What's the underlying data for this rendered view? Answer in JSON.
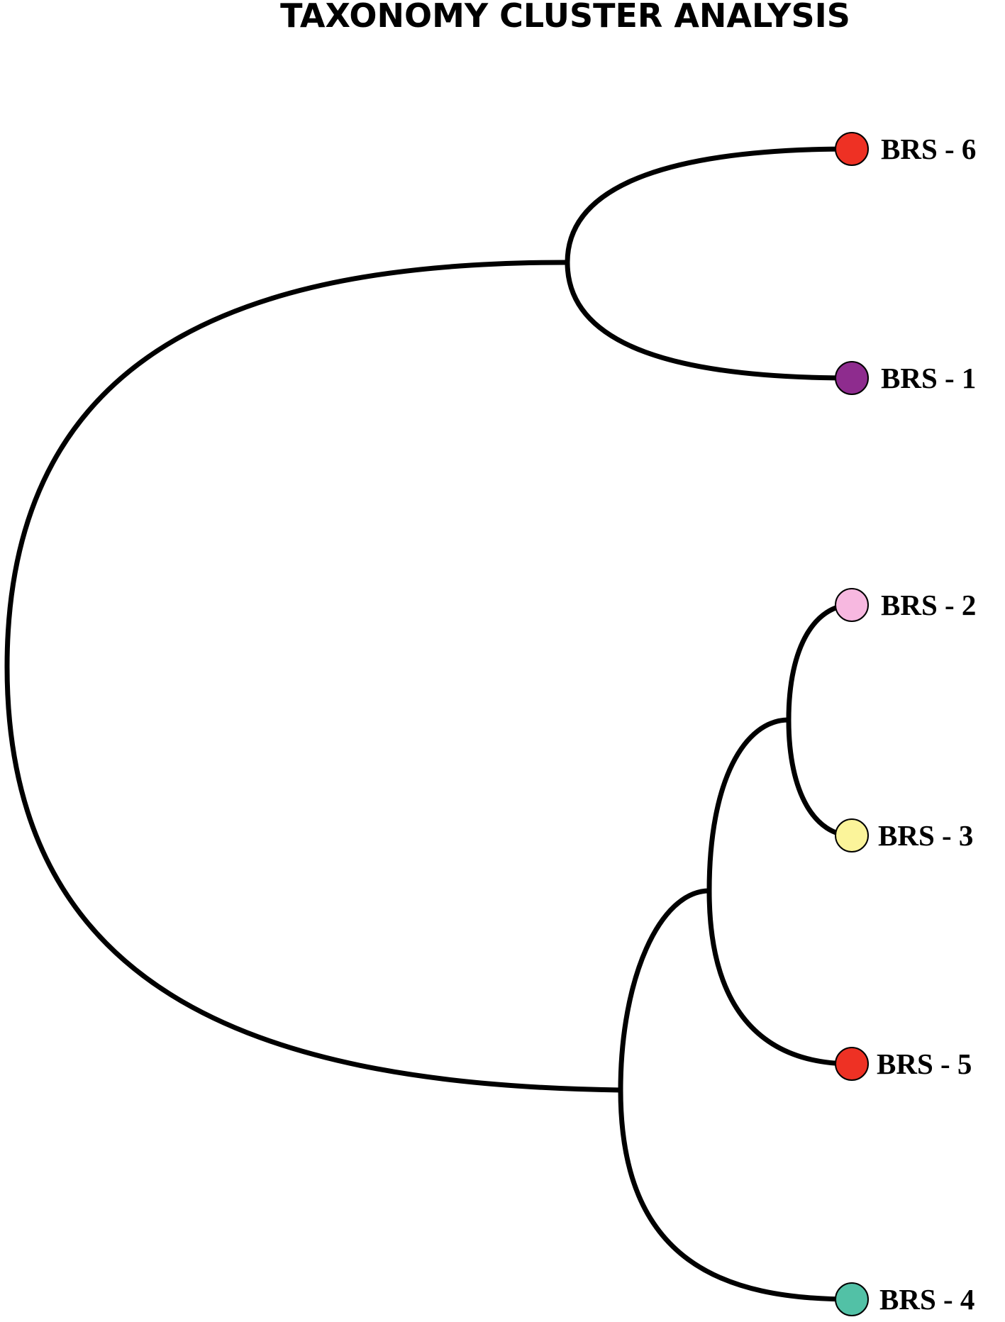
{
  "title": "TAXONOMY CLUSTER ANALYSIS",
  "leaves": [
    {
      "id": "brs6",
      "label": "BRS - 6",
      "color": "#ee3124"
    },
    {
      "id": "brs1",
      "label": "BRS - 1",
      "color": "#8e2c8e"
    },
    {
      "id": "brs2",
      "label": "BRS - 2",
      "color": "#f7b8e0"
    },
    {
      "id": "brs3",
      "label": "BRS - 3",
      "color": "#fbf49a"
    },
    {
      "id": "brs5",
      "label": "BRS - 5",
      "color": "#ee3124"
    },
    {
      "id": "brs4",
      "label": "BRS - 4",
      "color": "#52c1a6"
    }
  ],
  "tree": {
    "children": [
      {
        "children": [
          {
            "leaf": "brs6"
          },
          {
            "leaf": "brs1"
          }
        ]
      },
      {
        "children": [
          {
            "children": [
              {
                "children": [
                  {
                    "leaf": "brs2"
                  },
                  {
                    "leaf": "brs3"
                  }
                ]
              },
              {
                "leaf": "brs5"
              }
            ]
          },
          {
            "leaf": "brs4"
          }
        ]
      }
    ]
  }
}
